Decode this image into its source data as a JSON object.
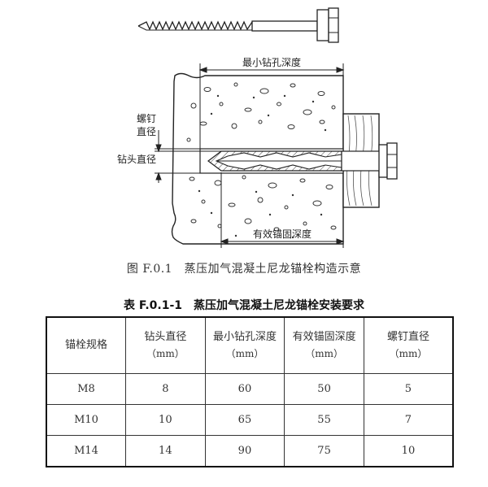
{
  "figure": {
    "labels": {
      "min_drill_depth": "最小钻孔深度",
      "effective_anchor_depth": "有效锚固深度",
      "screw_diameter_line1": "螺钉",
      "screw_diameter_line2": "直径",
      "bit_diameter": "钻头直径"
    },
    "caption": "图 F.0.1　蒸压加气混凝土尼龙锚栓构造示意"
  },
  "table": {
    "title": "表 F.0.1-1　蒸压加气混凝土尼龙锚栓安装要求",
    "headers": [
      {
        "label": "锚栓规格",
        "unit": ""
      },
      {
        "label": "钻头直径",
        "unit": "（mm）"
      },
      {
        "label": "最小钻孔深度",
        "unit": "（mm）"
      },
      {
        "label": "有效锚固深度",
        "unit": "（mm）"
      },
      {
        "label": "螺钉直径",
        "unit": "（mm）"
      }
    ],
    "rows": [
      [
        "M8",
        "8",
        "60",
        "50",
        "5"
      ],
      [
        "M10",
        "10",
        "65",
        "55",
        "7"
      ],
      [
        "M14",
        "14",
        "90",
        "75",
        "10"
      ]
    ]
  }
}
